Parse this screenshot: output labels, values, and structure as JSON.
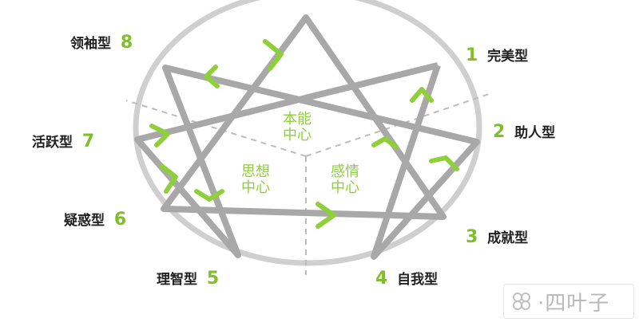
{
  "types": [
    {
      "num": "1",
      "label": "完美型"
    },
    {
      "num": "2",
      "label": "助人型"
    },
    {
      "num": "3",
      "label": "成就型"
    },
    {
      "num": "4",
      "label": "自我型"
    },
    {
      "num": "5",
      "label": "理智型"
    },
    {
      "num": "6",
      "label": "疑惑型"
    },
    {
      "num": "7",
      "label": "活跃型"
    },
    {
      "num": "8",
      "label": "领袖型"
    }
  ],
  "centers": {
    "instinct": {
      "line1": "本能",
      "line2": "中心"
    },
    "thinking": {
      "line1": "思想",
      "line2": "中心"
    },
    "feeling": {
      "line1": "感情",
      "line2": "中心"
    }
  },
  "watermark": {
    "text": "·四叶子"
  },
  "colors": {
    "line": "#a8a8a8",
    "circle": "#cfcfcf",
    "arrow": "#8fcf3a",
    "number": "#7fbf2a"
  }
}
